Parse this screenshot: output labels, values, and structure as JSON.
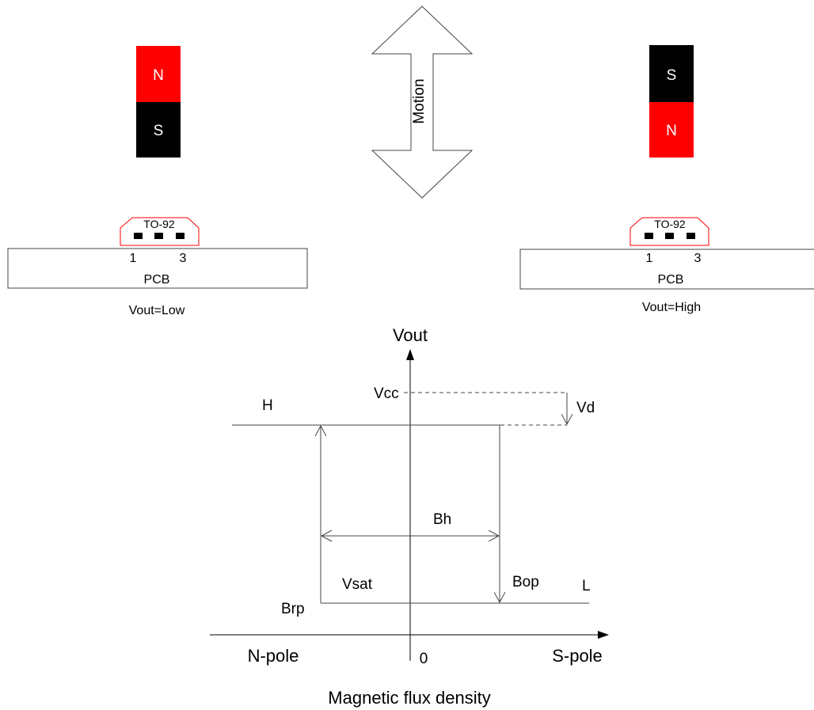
{
  "colors": {
    "north_pole": "#ff0000",
    "south_pole": "#000000",
    "line": "#444444",
    "package_outline": "#ff0000"
  },
  "magnet_left": {
    "top": "N",
    "bottom": "S"
  },
  "magnet_right": {
    "top": "S",
    "bottom": "N"
  },
  "motion_label": "Motion",
  "sensor_left": {
    "package": "TO-92",
    "pin_1": "1",
    "pin_3": "3",
    "board": "PCB",
    "output": "Vout=Low"
  },
  "sensor_right": {
    "package": "TO-92",
    "pin_1": "1",
    "pin_3": "3",
    "board": "PCB",
    "output": "Vout=High"
  },
  "graph": {
    "y_axis_label": "Vout",
    "x_axis_label": "Magnetic flux density",
    "origin_label": "0",
    "n_pole_label": "N-pole",
    "s_pole_label": "S-pole",
    "vcc_label": "Vcc",
    "vd_label": "Vd",
    "high_label": "H",
    "low_label": "L",
    "bh_label": "Bh",
    "vsat_label": "Vsat",
    "bop_label": "Bop",
    "brp_label": "Brp"
  }
}
